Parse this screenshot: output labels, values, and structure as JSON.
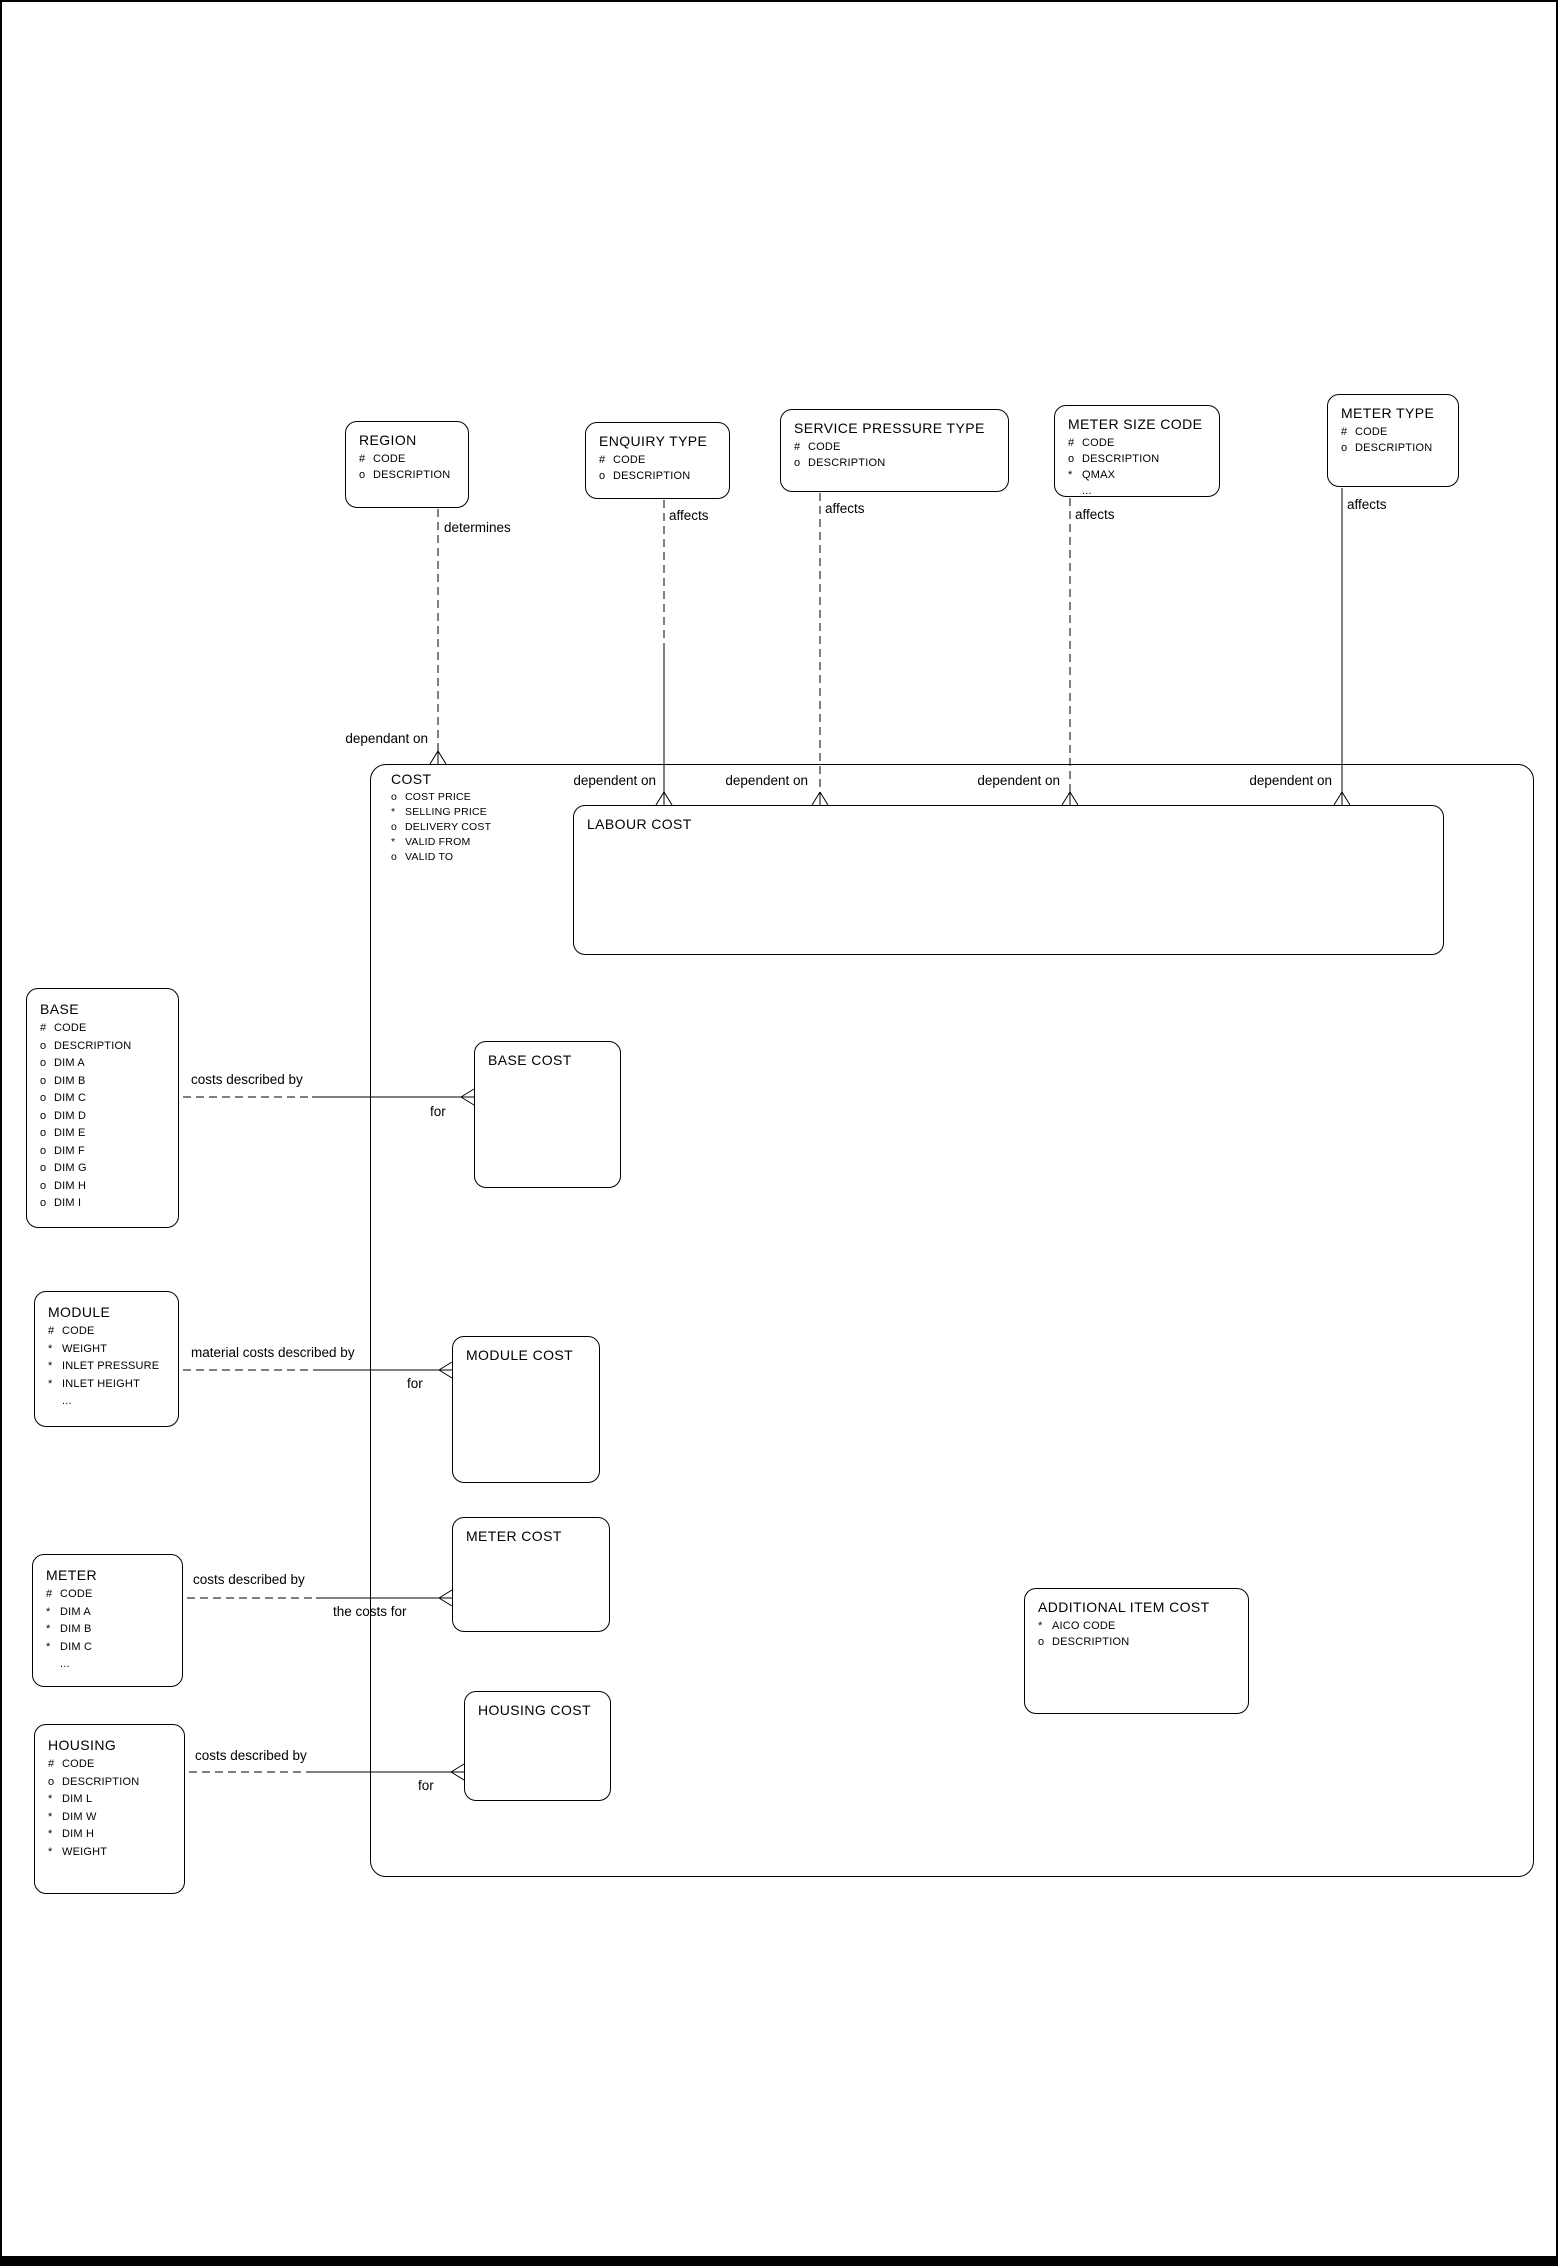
{
  "diagram": {
    "entities": {
      "region": {
        "title": "REGION",
        "attrs": [
          {
            "tag": "#",
            "text": "CODE"
          },
          {
            "tag": "o",
            "text": "DESCRIPTION"
          }
        ]
      },
      "enquiry_type": {
        "title": "ENQUIRY TYPE",
        "attrs": [
          {
            "tag": "#",
            "text": "CODE"
          },
          {
            "tag": "o",
            "text": "DESCRIPTION"
          }
        ]
      },
      "service_pressure_type": {
        "title": "SERVICE PRESSURE TYPE",
        "attrs": [
          {
            "tag": "#",
            "text": "CODE"
          },
          {
            "tag": "o",
            "text": "DESCRIPTION"
          }
        ]
      },
      "meter_size_code": {
        "title": "METER SIZE CODE",
        "attrs": [
          {
            "tag": "#",
            "text": "CODE"
          },
          {
            "tag": "o",
            "text": "DESCRIPTION"
          },
          {
            "tag": "*",
            "text": "QMAX"
          },
          {
            "tag": "",
            "text": "..."
          }
        ]
      },
      "meter_type": {
        "title": "METER TYPE",
        "attrs": [
          {
            "tag": "#",
            "text": "CODE"
          },
          {
            "tag": "o",
            "text": "DESCRIPTION"
          }
        ]
      },
      "cost": {
        "title": "COST",
        "attrs": [
          {
            "tag": "o",
            "text": "COST PRICE"
          },
          {
            "tag": "*",
            "text": "SELLING PRICE"
          },
          {
            "tag": "o",
            "text": "DELIVERY COST"
          },
          {
            "tag": "*",
            "text": "VALID FROM"
          },
          {
            "tag": "o",
            "text": "VALID TO"
          }
        ]
      },
      "labour_cost": {
        "title": "LABOUR COST",
        "attrs": []
      },
      "base": {
        "title": "BASE",
        "attrs": [
          {
            "tag": "#",
            "text": "CODE"
          },
          {
            "tag": "o",
            "text": "DESCRIPTION"
          },
          {
            "tag": "o",
            "text": "DIM A"
          },
          {
            "tag": "o",
            "text": "DIM B"
          },
          {
            "tag": "o",
            "text": "DIM C"
          },
          {
            "tag": "o",
            "text": "DIM D"
          },
          {
            "tag": "o",
            "text": "DIM E"
          },
          {
            "tag": "o",
            "text": "DIM F"
          },
          {
            "tag": "o",
            "text": "DIM G"
          },
          {
            "tag": "o",
            "text": "DIM H"
          },
          {
            "tag": "o",
            "text": "DIM I"
          }
        ]
      },
      "base_cost": {
        "title": "BASE COST",
        "attrs": []
      },
      "module": {
        "title": "MODULE",
        "attrs": [
          {
            "tag": "#",
            "text": "CODE"
          },
          {
            "tag": "*",
            "text": "WEIGHT"
          },
          {
            "tag": "*",
            "text": "INLET PRESSURE"
          },
          {
            "tag": "*",
            "text": "INLET HEIGHT"
          },
          {
            "tag": "",
            "text": "..."
          }
        ]
      },
      "module_cost": {
        "title": "MODULE COST",
        "attrs": []
      },
      "meter": {
        "title": "METER",
        "attrs": [
          {
            "tag": "#",
            "text": "CODE"
          },
          {
            "tag": "*",
            "text": "DIM A"
          },
          {
            "tag": "*",
            "text": "DIM B"
          },
          {
            "tag": "*",
            "text": "DIM C"
          },
          {
            "tag": "",
            "text": "..."
          }
        ]
      },
      "meter_cost": {
        "title": "METER COST",
        "attrs": []
      },
      "housing": {
        "title": "HOUSING",
        "attrs": [
          {
            "tag": "#",
            "text": "CODE"
          },
          {
            "tag": "o",
            "text": "DESCRIPTION"
          },
          {
            "tag": "*",
            "text": "DIM L"
          },
          {
            "tag": "*",
            "text": "DIM W"
          },
          {
            "tag": "*",
            "text": "DIM H"
          },
          {
            "tag": "*",
            "text": "WEIGHT"
          }
        ]
      },
      "housing_cost": {
        "title": "HOUSING COST",
        "attrs": []
      },
      "additional_item_cost": {
        "title": "ADDITIONAL ITEM COST",
        "attrs": [
          {
            "tag": "*",
            "text": "AICO CODE"
          },
          {
            "tag": "o",
            "text": "DESCRIPTION"
          }
        ]
      }
    },
    "labels": {
      "determines": "determines",
      "dependant_on": "dependant on",
      "affects": "affects",
      "dependent_on": "dependent on",
      "costs_described_by": "costs described by",
      "material_costs_described_by": "material costs described by",
      "the_costs_for": "the costs for",
      "for": "for"
    },
    "relationships": [
      {
        "from": "REGION",
        "to": "COST",
        "from_label": "determines",
        "to_label": "dependant on"
      },
      {
        "from": "ENQUIRY TYPE",
        "to": "LABOUR COST",
        "from_label": "affects",
        "to_label": "dependent on"
      },
      {
        "from": "SERVICE PRESSURE TYPE",
        "to": "LABOUR COST",
        "from_label": "affects",
        "to_label": "dependent on"
      },
      {
        "from": "METER SIZE CODE",
        "to": "LABOUR COST",
        "from_label": "affects",
        "to_label": "dependent on"
      },
      {
        "from": "METER TYPE",
        "to": "LABOUR COST",
        "from_label": "affects",
        "to_label": "dependent on"
      },
      {
        "from": "BASE",
        "to": "BASE COST",
        "from_label": "costs described by",
        "to_label": "for"
      },
      {
        "from": "MODULE",
        "to": "MODULE COST",
        "from_label": "material costs described by",
        "to_label": "for"
      },
      {
        "from": "METER",
        "to": "METER COST",
        "from_label": "costs described by",
        "to_label": "the costs for"
      },
      {
        "from": "HOUSING",
        "to": "HOUSING COST",
        "from_label": "costs described by",
        "to_label": "for"
      }
    ]
  }
}
